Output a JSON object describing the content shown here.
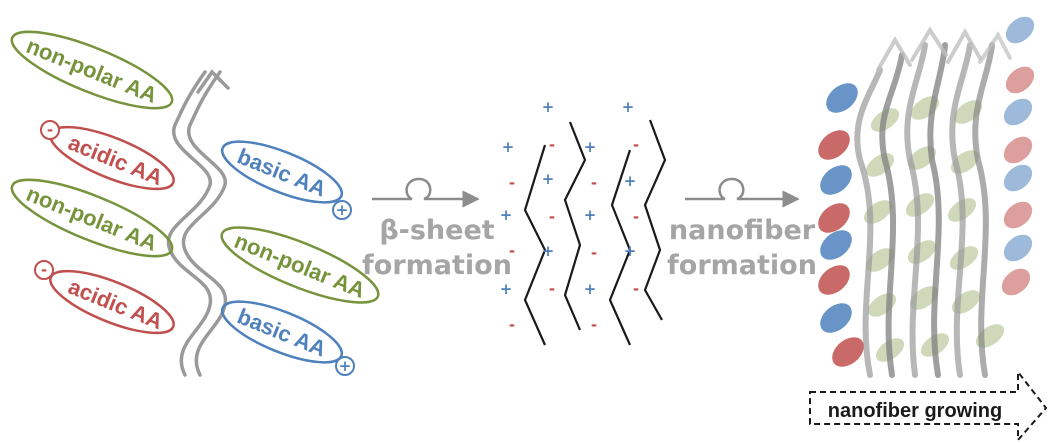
{
  "colors": {
    "nonpolar": "#77933c",
    "acidic": "#c0504d",
    "basic": "#4f81bd",
    "arrow_gray": "#a6a6a6",
    "chain_gray": "#8c8c8c"
  },
  "left_panel": {
    "labels": [
      {
        "text": "non-polar AA",
        "type": "nonpolar"
      },
      {
        "text": "acidic AA",
        "type": "acidic",
        "charge": "-"
      },
      {
        "text": "non-polar AA",
        "type": "nonpolar"
      },
      {
        "text": "acidic AA",
        "type": "acidic",
        "charge": "-"
      },
      {
        "text": "basic AA",
        "type": "basic",
        "charge": "+"
      },
      {
        "text": "non-polar AA",
        "type": "nonpolar"
      },
      {
        "text": "basic AA",
        "type": "basic",
        "charge": "+"
      }
    ]
  },
  "steps": {
    "step1": {
      "line1": "β-sheet",
      "line2": "formation"
    },
    "step2": {
      "line1": "nanofiber",
      "line2": "formation"
    }
  },
  "growth_label": "nanofiber growing"
}
